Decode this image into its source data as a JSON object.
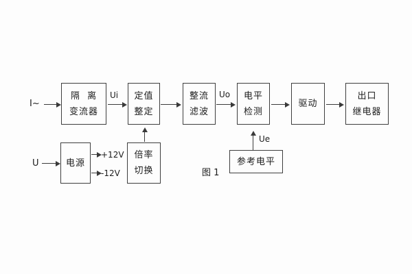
{
  "figure": {
    "caption": "图 1"
  },
  "blocks": [
    {
      "id": "isolation-transformer",
      "lines": [
        "隔  离",
        "变流器"
      ]
    },
    {
      "id": "setting-adjust",
      "lines": [
        "定值",
        "整定"
      ]
    },
    {
      "id": "rectify-filter",
      "lines": [
        "整流",
        "滤波"
      ]
    },
    {
      "id": "level-detect",
      "lines": [
        "电平",
        "检测"
      ]
    },
    {
      "id": "drive",
      "lines": [
        "驱动"
      ]
    },
    {
      "id": "output-relay",
      "lines": [
        "出口",
        "继电器"
      ]
    },
    {
      "id": "power-supply",
      "lines": [
        "电源"
      ]
    },
    {
      "id": "multiplier-switch",
      "lines": [
        "倍率",
        "切换"
      ]
    },
    {
      "id": "reference-level",
      "lines": [
        "参考电平"
      ]
    }
  ],
  "labels": {
    "input_current": "I~",
    "ui": "Ui",
    "uo": "Uo",
    "ue": "Ue",
    "input_voltage": "U",
    "plus_12v": "+12V",
    "minus_12v": "-12V"
  },
  "colors": {
    "line": "#3a3a3a",
    "text": "#1c1c1c",
    "background": "#fdfdfd"
  }
}
